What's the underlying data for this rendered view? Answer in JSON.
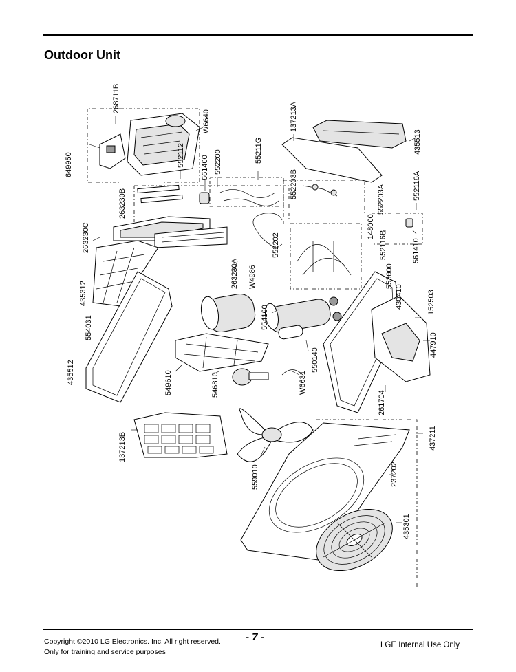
{
  "page": {
    "title": "Outdoor Unit",
    "page_number": "- 7 -",
    "copyright_line1": "Copyright ©2010 LG Electronics. Inc. All right reserved.",
    "copyright_line2": "Only for training and service purposes",
    "internal_note": "LGE Internal Use Only"
  },
  "diagram": {
    "part_numbers": {
      "p268711B": "268711B",
      "p649950": "649950",
      "pW6640": "W6640",
      "p552112": "552112",
      "p661400": "661400",
      "p552200": "552200",
      "p55211G": "55211G",
      "p137213A": "137213A",
      "p435513": "435513",
      "p263230B": "263230B",
      "p552203B": "552203B",
      "p552203A": "552203A",
      "p552116A": "552116A",
      "p263230C": "263230C",
      "p148000": "148000",
      "p552116B": "552116B",
      "p561410": "561410",
      "p552202": "552202",
      "p263230A": "263230A",
      "pW4986": "W4986",
      "p435312": "435312",
      "p553000": "553000",
      "p430410": "430410",
      "p152503": "152503",
      "p554160": "554160",
      "p554031": "554031",
      "p447910": "447910",
      "p550140": "550140",
      "p435512": "435512",
      "p549610": "549610",
      "p546810": "546810",
      "pW6631": "W6631",
      "p261704": "261704",
      "p137213B": "137213B",
      "p437211": "437211",
      "p559010": "559010",
      "p237202": "237202",
      "p435301": "435301"
    }
  }
}
